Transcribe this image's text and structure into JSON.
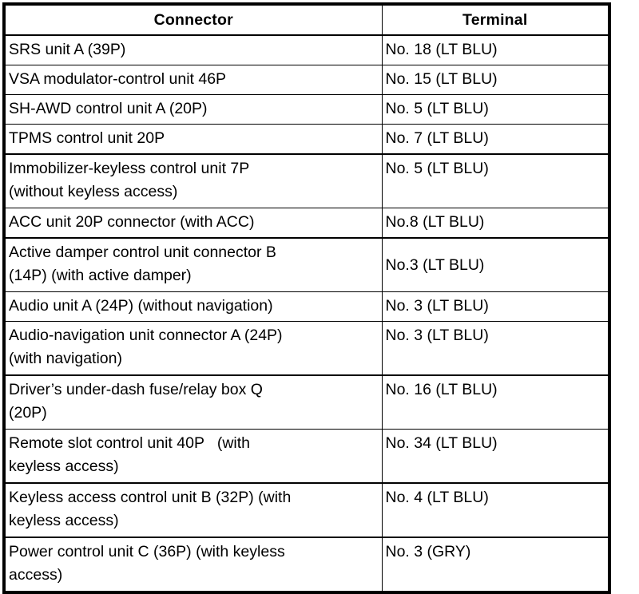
{
  "table": {
    "columns": [
      {
        "key": "connector",
        "label": "Connector"
      },
      {
        "key": "terminal",
        "label": "Terminal"
      }
    ],
    "rows": [
      {
        "connector": "SRS unit A (39P)",
        "terminal": "No. 18 (LT BLU)"
      },
      {
        "connector": "VSA modulator-control unit 46P",
        "terminal": "No. 15 (LT BLU)"
      },
      {
        "connector": "SH-AWD control unit A (20P)",
        "terminal": "No. 5 (LT BLU)"
      },
      {
        "connector": "TPMS control unit 20P",
        "terminal": "No. 7 (LT BLU)"
      },
      {
        "connector": "Immobilizer-keyless control unit 7P\n(without keyless access)",
        "terminal": "No. 5 (LT BLU)"
      },
      {
        "connector": "ACC unit 20P connector (with ACC)",
        "terminal": "No.8 (LT BLU)"
      },
      {
        "connector": "Active damper control unit connector B\n(14P) (with active damper)",
        "terminal": "No.3 (LT BLU)"
      },
      {
        "connector": "Audio unit A (24P) (without navigation)",
        "terminal": "No. 3 (LT BLU)"
      },
      {
        "connector": "Audio-navigation unit connector A (24P)\n(with navigation)",
        "terminal": "No. 3 (LT BLU)"
      },
      {
        "connector": "Driver’s under-dash fuse/relay box Q\n(20P)",
        "terminal": "No. 16 (LT BLU)"
      },
      {
        "connector": "Remote slot control unit 40P   (with\nkeyless access)",
        "terminal": "No. 34 (LT BLU)"
      },
      {
        "connector": "Keyless access control unit B (32P) (with\nkeyless access)",
        "terminal": "No. 4 (LT BLU)"
      },
      {
        "connector": "Power control unit C (36P) (with keyless\naccess)",
        "terminal": "No. 3 (GRY)"
      }
    ]
  },
  "colors": {
    "border": "#000000",
    "text": "#000000",
    "background": "#ffffff"
  }
}
